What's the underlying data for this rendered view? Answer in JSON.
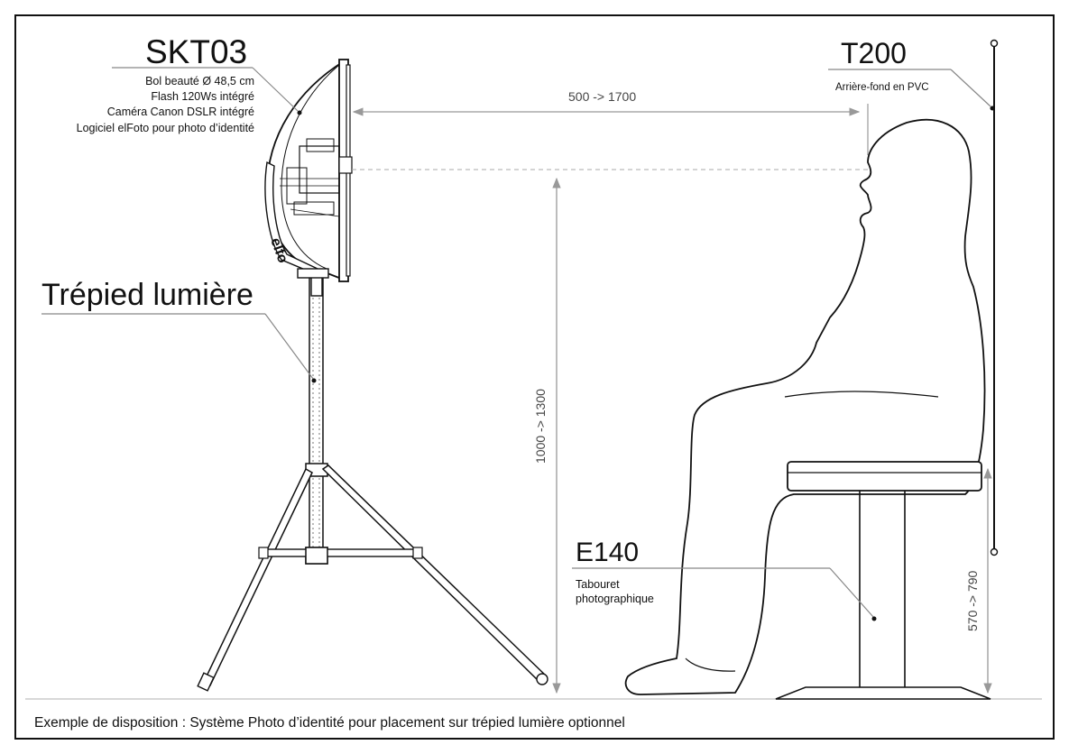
{
  "diagram": {
    "devices": {
      "skt03": {
        "title": "SKT03",
        "features": [
          "Bol beauté Ø 48,5 cm",
          "Flash 120Ws intégré",
          "Caméra Canon DSLR intégré",
          "Logiciel elFoto pour photo d’identité"
        ]
      },
      "t200": {
        "title": "T200",
        "desc": "Arrière-fond en PVC"
      },
      "tripod": {
        "title": "Trépied lumière"
      },
      "e140": {
        "title": "E140",
        "desc_line1": "Tabouret",
        "desc_line2": "photographique"
      },
      "logo_text": "elfo"
    },
    "dimensions": {
      "distance": "500 -> 1700",
      "height": "1000 -> 1300",
      "stool_height": "570 -> 790"
    },
    "caption": "Exemple de disposition : Système Photo d’identité pour placement sur trépied lumière optionnel"
  }
}
